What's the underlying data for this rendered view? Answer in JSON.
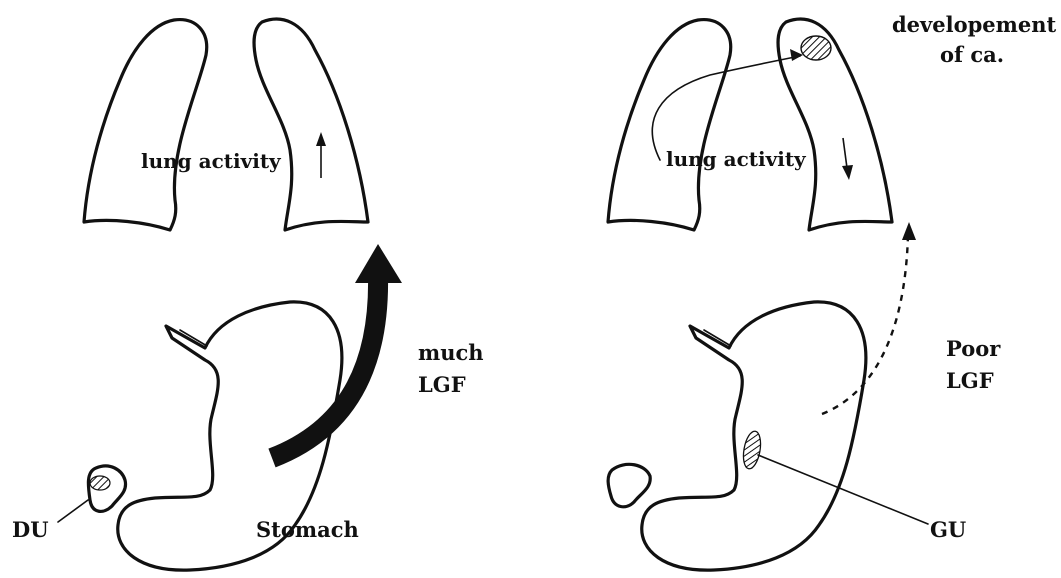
{
  "left_panel": {
    "lung_label": "lung  activity",
    "arrow_label_line1": "much",
    "arrow_label_line2": "LGF",
    "lesion_label": "DU",
    "organ_label": "Stomach"
  },
  "right_panel": {
    "lung_label": "lung  activity",
    "note_line1": "developement",
    "note_line2": "of  ca.",
    "arrow_label_line1": "Poor",
    "arrow_label_line2": "LGF",
    "lesion_label": "GU"
  },
  "colors": {
    "ink": "#111111",
    "background": "#ffffff"
  },
  "icons": [
    "up-arrow-icon",
    "down-arrow-icon",
    "hatched-lesion-icon"
  ]
}
